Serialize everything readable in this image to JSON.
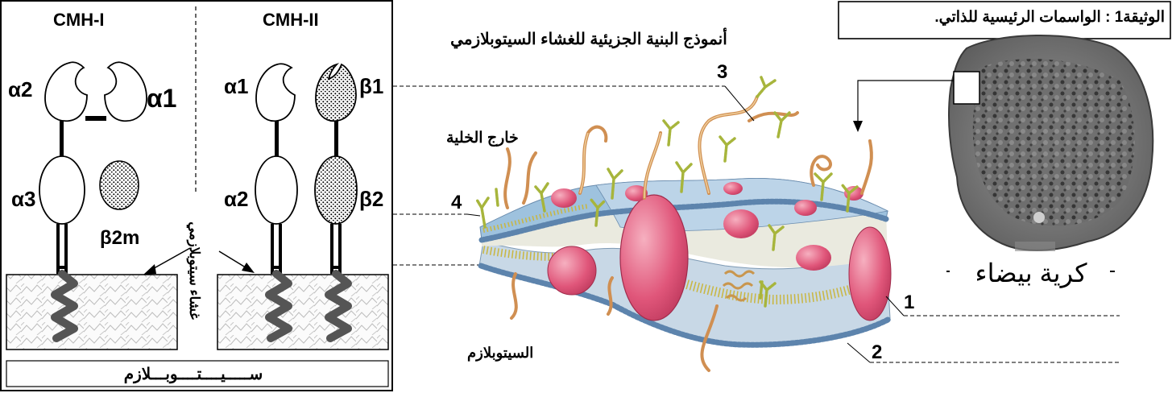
{
  "cmh": {
    "class1_title": "CMH-I",
    "class2_title": "CMH-II",
    "class1_alpha2": "α2",
    "class1_alpha1": "α1",
    "class1_alpha3": "α3",
    "class1_beta2m": "β2m",
    "class2_alpha1": "α1",
    "class2_alpha2": "α2",
    "class2_beta1": "β1",
    "class2_beta2": "β2",
    "membrane_label": "غشاء سيتوبلازمي",
    "cytoplasm_label": "ســـــيــــتــــوبـــلازم"
  },
  "membrane": {
    "title": "أنموذج البنية الجزيئية للغشاء السيتوبلازمي",
    "outside_label": "خارج الخلية",
    "cytoplasm_label": "السيتوبلازم",
    "marker_1": "1",
    "marker_2": "2",
    "marker_3": "3",
    "marker_4": "4"
  },
  "document": {
    "title": "الوثيقة1 : الواسمات الرئيسية للذاتي.",
    "cell_caption": "كرية بيضاء"
  },
  "colors": {
    "protein": "#e0567a",
    "head": "#8fb8d8",
    "tail": "#d4c84a",
    "sugar": "#a8b83a",
    "fiber": "#d49a5a"
  }
}
